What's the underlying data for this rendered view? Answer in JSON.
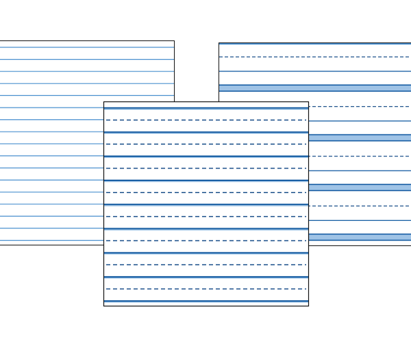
{
  "sheets": [
    {
      "name": "wide-ruled-paper",
      "style": "single solid lines"
    },
    {
      "name": "handwriting-paper-dashed",
      "style": "solid lines with dashed midlines"
    },
    {
      "name": "handwriting-paper-shaded",
      "style": "solid and dashed lines with shaded descender bands"
    }
  ],
  "colors": {
    "background": "#ffffff",
    "border": "#111111",
    "line_dark": "#0b559e",
    "line_light": "#4a90cf",
    "dash": "#1a4f8a",
    "band_fill": "#9fc3e6"
  }
}
